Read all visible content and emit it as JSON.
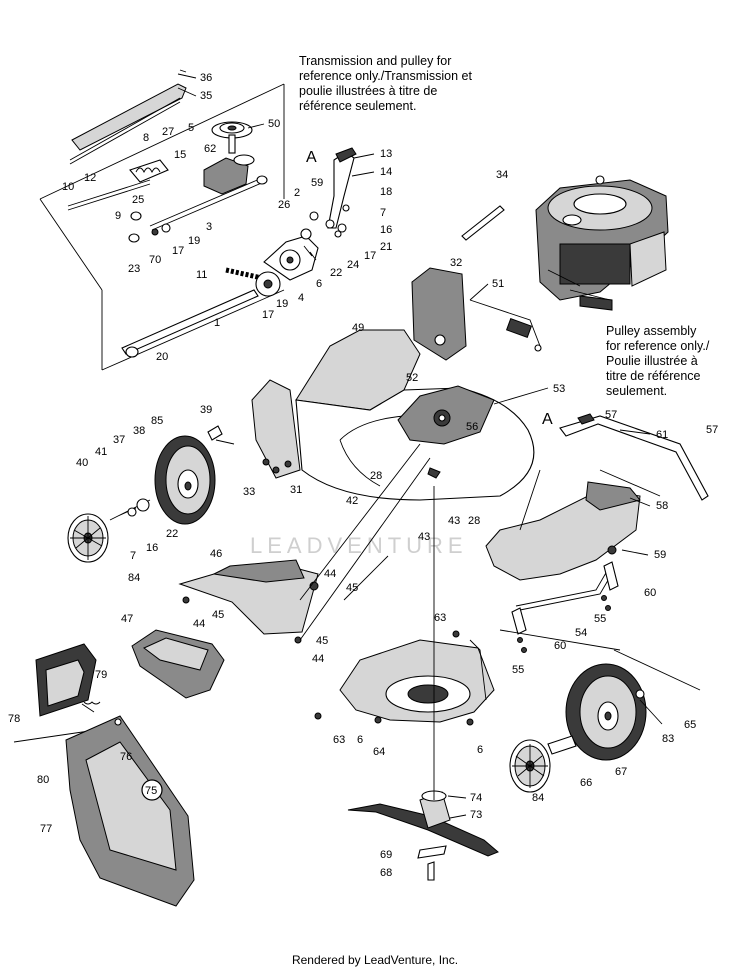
{
  "notes": {
    "transmission": "Transmission and pulley for\nreference only./Transmission et\npoulie illustrées à titre de\nréférence seulement.",
    "pulley": "Pulley assembly\nfor reference only./\nPoulie illustrée à\ntitre de référence\nseulement."
  },
  "footer": "Rendered by LeadVenture, Inc.",
  "watermark": "LEADVENTURE",
  "ref_marks": [
    "A",
    "A"
  ],
  "part_labels": {
    "p36": "36",
    "p35": "35",
    "p8": "8",
    "p27": "27",
    "p5": "5",
    "p50": "50",
    "p12": "12",
    "p15": "15",
    "p62": "62",
    "p10": "10",
    "p25": "25",
    "p9": "9",
    "p3": "3",
    "p19a": "19",
    "p23": "23",
    "p70": "70",
    "p17a": "17",
    "p11": "11",
    "p19b": "19",
    "p17b": "17",
    "p1": "1",
    "p20": "20",
    "p13": "13",
    "p14": "14",
    "p59a": "59",
    "p2": "2",
    "p18": "18",
    "p26": "26",
    "p7a": "7",
    "p16a": "16",
    "p21": "21",
    "p17c": "17",
    "p24": "24",
    "p22a": "22",
    "p6a": "6",
    "p4": "4",
    "p34": "34",
    "p32": "32",
    "p51": "51",
    "p49": "49",
    "p52": "52",
    "p53": "53",
    "p57a": "57",
    "p61": "61",
    "p57b": "57",
    "p56": "56",
    "p58": "58",
    "p59b": "59",
    "p60a": "60",
    "p55a": "55",
    "p54": "54",
    "p60b": "60",
    "p55b": "55",
    "p39": "39",
    "p85": "85",
    "p38": "38",
    "p37": "37",
    "p41": "41",
    "p40": "40",
    "p22b": "22",
    "p16b": "16",
    "p7b": "7",
    "p84a": "84",
    "p33": "33",
    "p31": "31",
    "p28a": "28",
    "p42": "42",
    "p43a": "43",
    "p28b": "28",
    "p43b": "43",
    "p46": "46",
    "p44a": "44",
    "p45a": "45",
    "p45b": "45",
    "p44b": "44",
    "p45c": "45",
    "p44c": "44",
    "p47": "47",
    "p63a": "63",
    "p63b": "63",
    "p64": "64",
    "p6b": "6",
    "p6c": "6",
    "p79": "79",
    "p78": "78",
    "p76": "76",
    "p80": "80",
    "p75": "75",
    "p77": "77",
    "p65": "65",
    "p83": "83",
    "p66": "66",
    "p67": "67",
    "p84b": "84",
    "p74": "74",
    "p73": "73",
    "p69": "69",
    "p68": "68"
  }
}
